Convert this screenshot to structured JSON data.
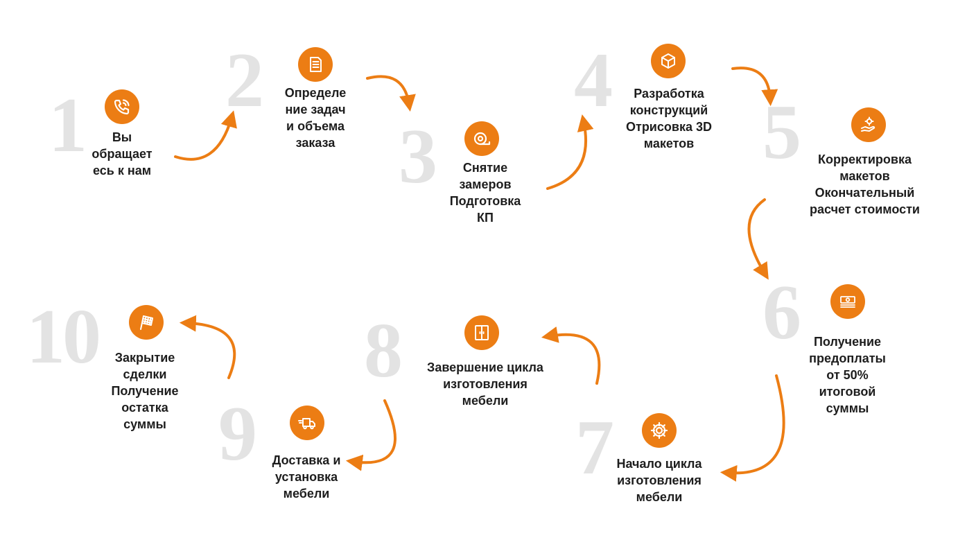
{
  "accent_color": "#ec7d14",
  "number_color": "#e3e3e3",
  "steps": [
    {
      "number": "1",
      "icon": "phone-icon",
      "label": "Вы\nобращает\nесь к нам"
    },
    {
      "number": "2",
      "icon": "document-icon",
      "label": "Определе\nние задач\nи объема\nзаказа"
    },
    {
      "number": "3",
      "icon": "tape-measure-icon",
      "label": "Снятие\nзамеров\nПодготовка\nКП"
    },
    {
      "number": "4",
      "icon": "cube-icon",
      "label": "Разработка\nконструкций\nОтрисовка 3D\nмакетов"
    },
    {
      "number": "5",
      "icon": "hand-gear-icon",
      "label": "Корректировка\nмакетов\nОкончательный\nрасчет стоимости"
    },
    {
      "number": "6",
      "icon": "money-icon",
      "label": "Получение\nпредоплаты\nот 50%\nитоговой\nсуммы"
    },
    {
      "number": "7",
      "icon": "gear-icon",
      "label": "Начало цикла\nизготовления\nмебели"
    },
    {
      "number": "8",
      "icon": "cabinet-icon",
      "label": "Завершение цикла\nизготовления\nмебели"
    },
    {
      "number": "9",
      "icon": "truck-icon",
      "label": "Доставка и\nустановка\nмебели"
    },
    {
      "number": "10",
      "icon": "checkered-flag-icon",
      "label": "Закрытие\nсделки\nПолучение\nостатка\nсуммы"
    }
  ]
}
